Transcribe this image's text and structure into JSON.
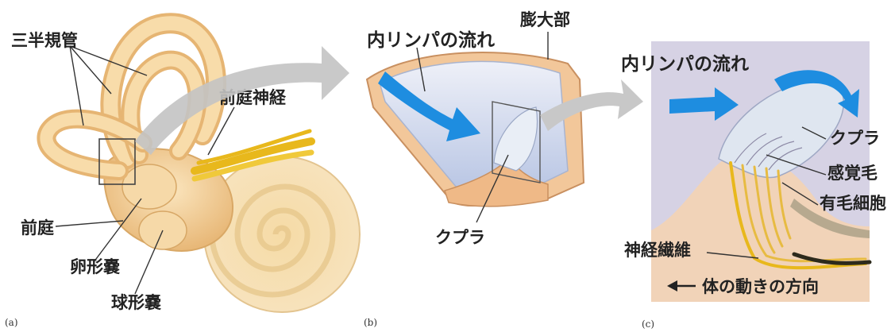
{
  "panels": {
    "a": {
      "panel_label": "(a)",
      "labels": {
        "semicircular_canals": "三半規管",
        "vestibular_nerve": "前庭神経",
        "vestibule": "前庭",
        "utricle": "卵形嚢",
        "saccule": "球形嚢"
      }
    },
    "b": {
      "panel_label": "(b)",
      "labels": {
        "endolymph_flow": "内リンパの流れ",
        "ampulla": "膨大部",
        "cupula": "クプラ"
      }
    },
    "c": {
      "panel_label": "(c)",
      "labels": {
        "endolymph_flow": "内リンパの流れ",
        "cupula": "クプラ",
        "sensory_hair": "感覚毛",
        "hair_cell": "有毛細胞",
        "nerve_fiber": "神経繊維",
        "body_motion": "体の動きの方向"
      }
    }
  },
  "colors": {
    "bone": "#f3d29a",
    "bone_dark": "#d9a866",
    "nerve": "#e8b81c",
    "flow_arrow": "#1e8de0",
    "zoom_arrow": "#bdbdbd",
    "panel_c_bg": "#d6d2e4",
    "cupula": "#dfe6f0"
  }
}
